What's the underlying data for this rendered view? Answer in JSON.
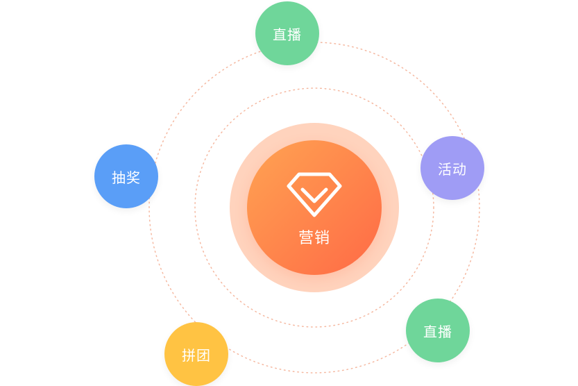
{
  "center": {
    "label": "营销",
    "icon": "diamond-chevron-icon",
    "halo_color": "#ffd3bd",
    "gradient_from": "#ffa352",
    "gradient_to": "#ff6a46"
  },
  "nodes": [
    {
      "label": "直播",
      "color": "#6fd69a"
    },
    {
      "label": "活动",
      "color": "#9f9cf5"
    },
    {
      "label": "抽奖",
      "color": "#5a9ef7"
    },
    {
      "label": "直播",
      "color": "#6fd69a"
    },
    {
      "label": "拼团",
      "color": "#ffc343"
    }
  ],
  "rings": {
    "color": "#f5b8a0",
    "style": "dotted"
  }
}
